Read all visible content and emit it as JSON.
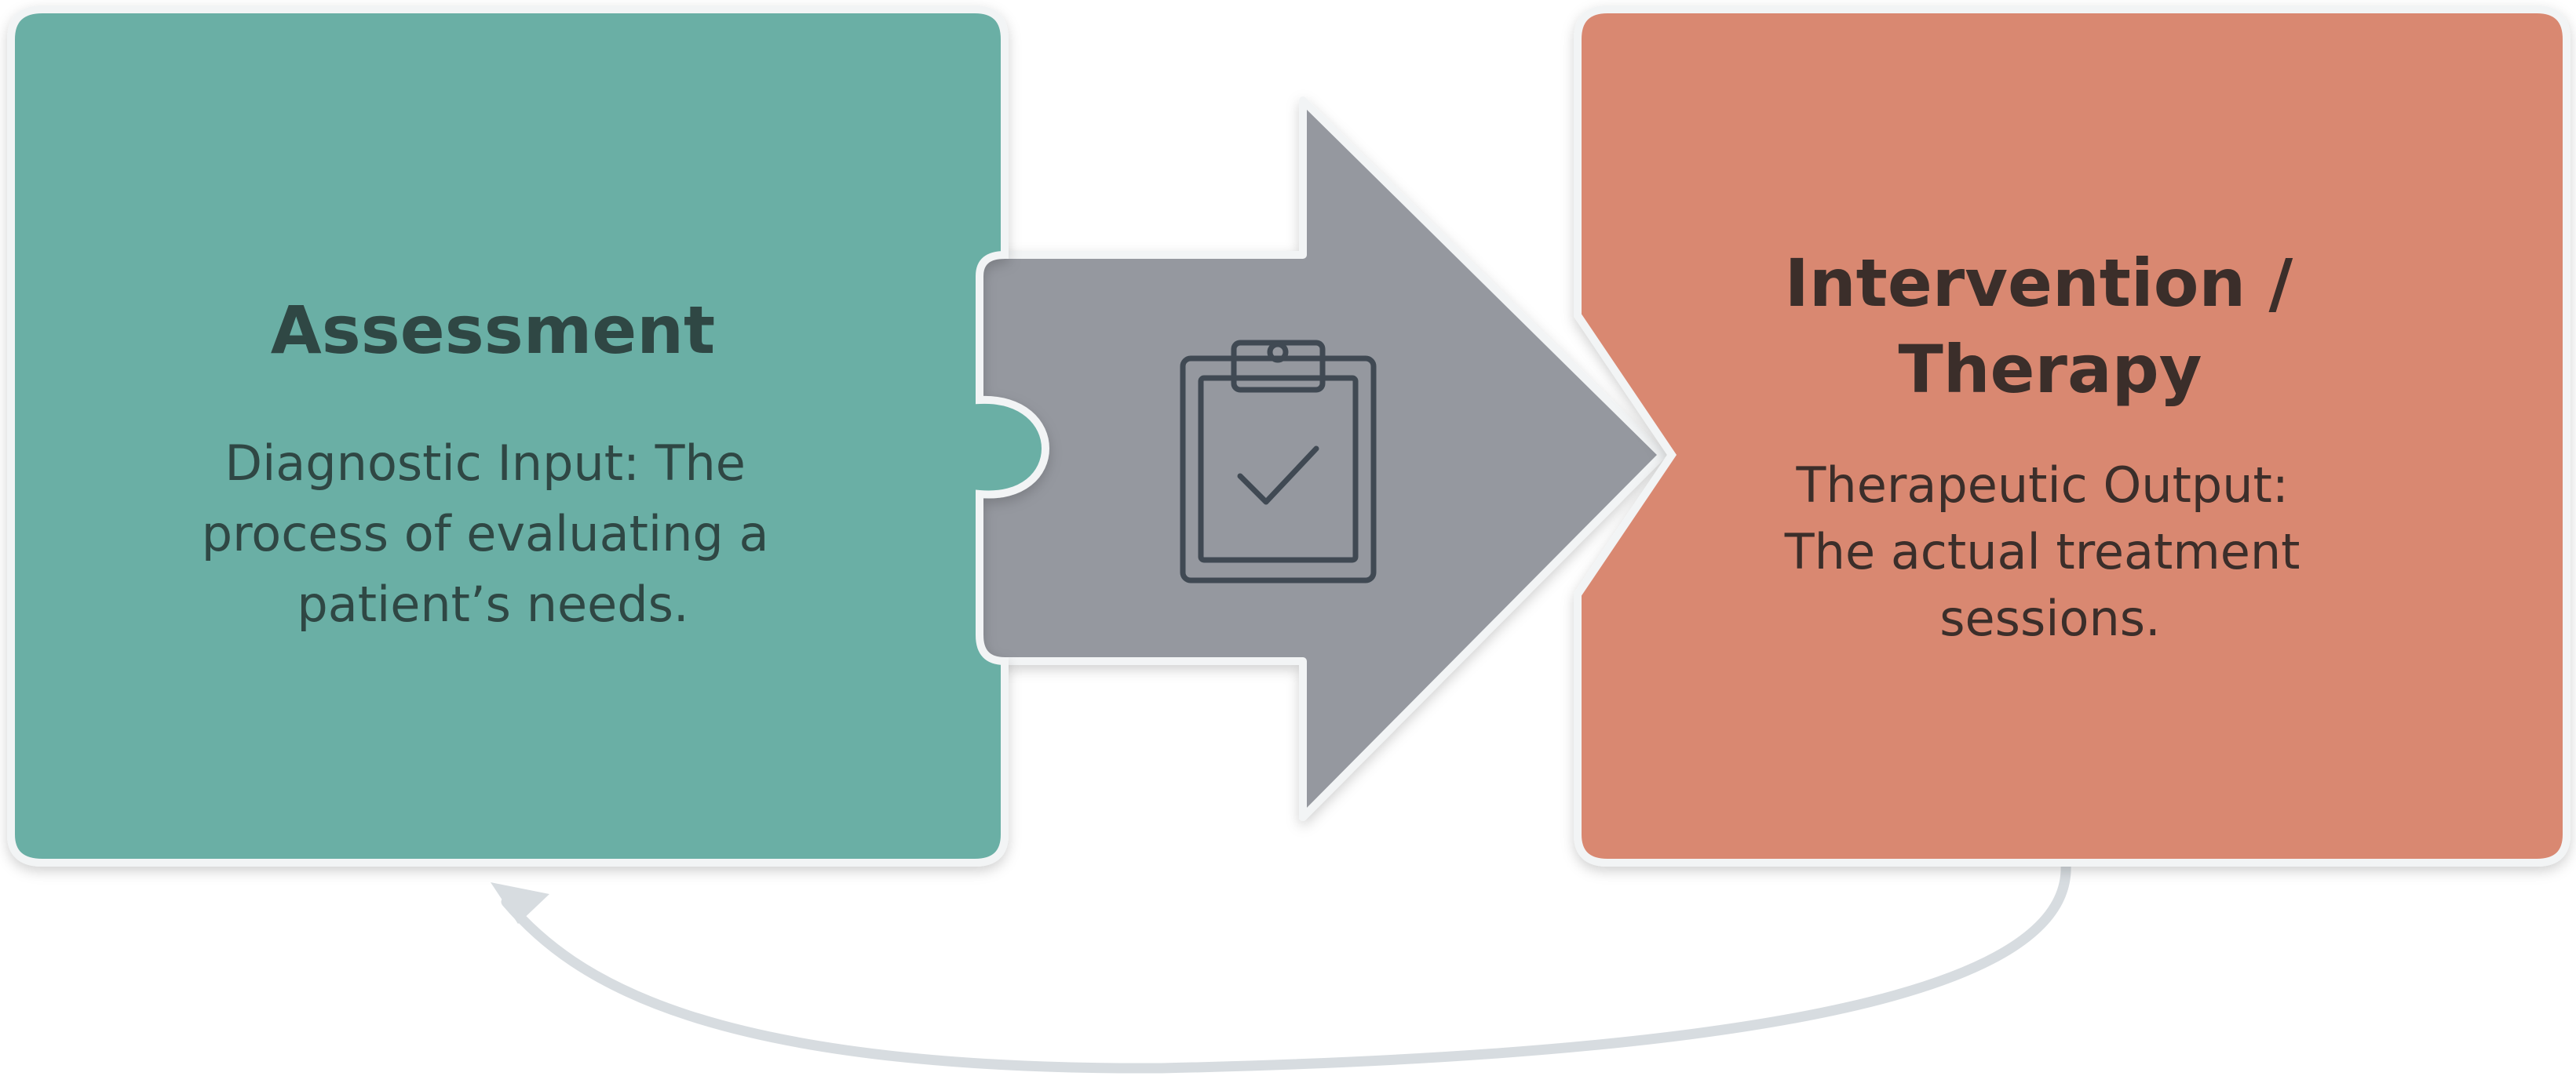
{
  "colors": {
    "background": "#ffffff",
    "assessment_fill": "#6aafa5",
    "assessment_text": "#2f4744",
    "connector_fill": "#95989f",
    "intervention_fill": "#d98871",
    "intervention_text": "#3b2e2a",
    "icon_stroke": "#3f4a52",
    "loop_arrow": "#d7dce0",
    "edge_highlight": "#f2f4f5"
  },
  "assessment": {
    "title": "Assessment",
    "description": [
      "Diagnostic Input: The",
      "process of evaluating a",
      "patient’s needs."
    ]
  },
  "connector": {
    "icon": "clipboard-check-icon"
  },
  "intervention": {
    "title": [
      "Intervention /",
      "Therapy"
    ],
    "description": [
      "Therapeutic Output:",
      "The actual treatment",
      "sessions."
    ]
  },
  "feedback_loop": {
    "icon": "curved-return-arrow-icon"
  }
}
